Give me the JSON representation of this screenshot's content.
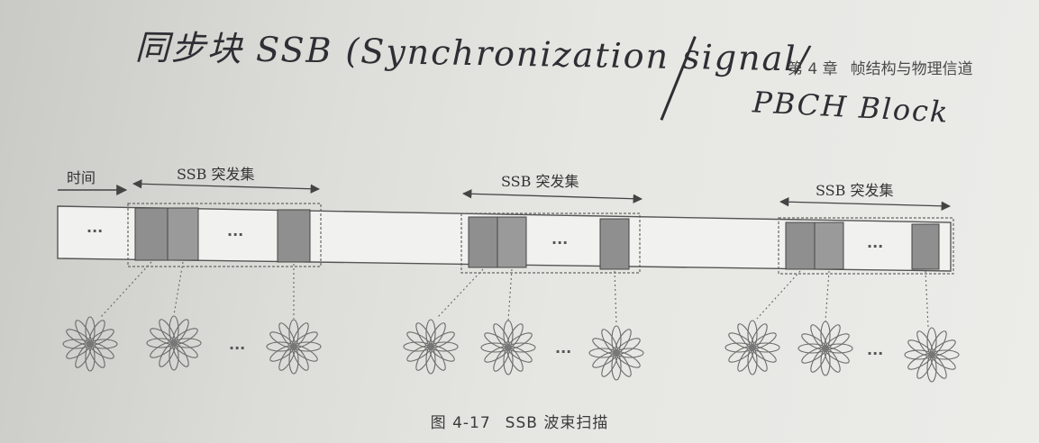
{
  "handwritten_note": {
    "line1": "同步块 SSB (Synchronization signal/",
    "line2": "PBCH Block"
  },
  "header": {
    "chapter": "第 4 章",
    "title": "帧结构与物理信道"
  },
  "diagram": {
    "time_label": "时间",
    "bursts": [
      {
        "label": "SSB 突发集"
      },
      {
        "label": "SSB 突发集"
      },
      {
        "label": "SSB 突发集"
      }
    ],
    "ellipsis": "···",
    "beam_icon": "beam-pattern-icon"
  },
  "caption": {
    "figure_number": "图 4-17",
    "title": "SSB 波束扫描"
  }
}
